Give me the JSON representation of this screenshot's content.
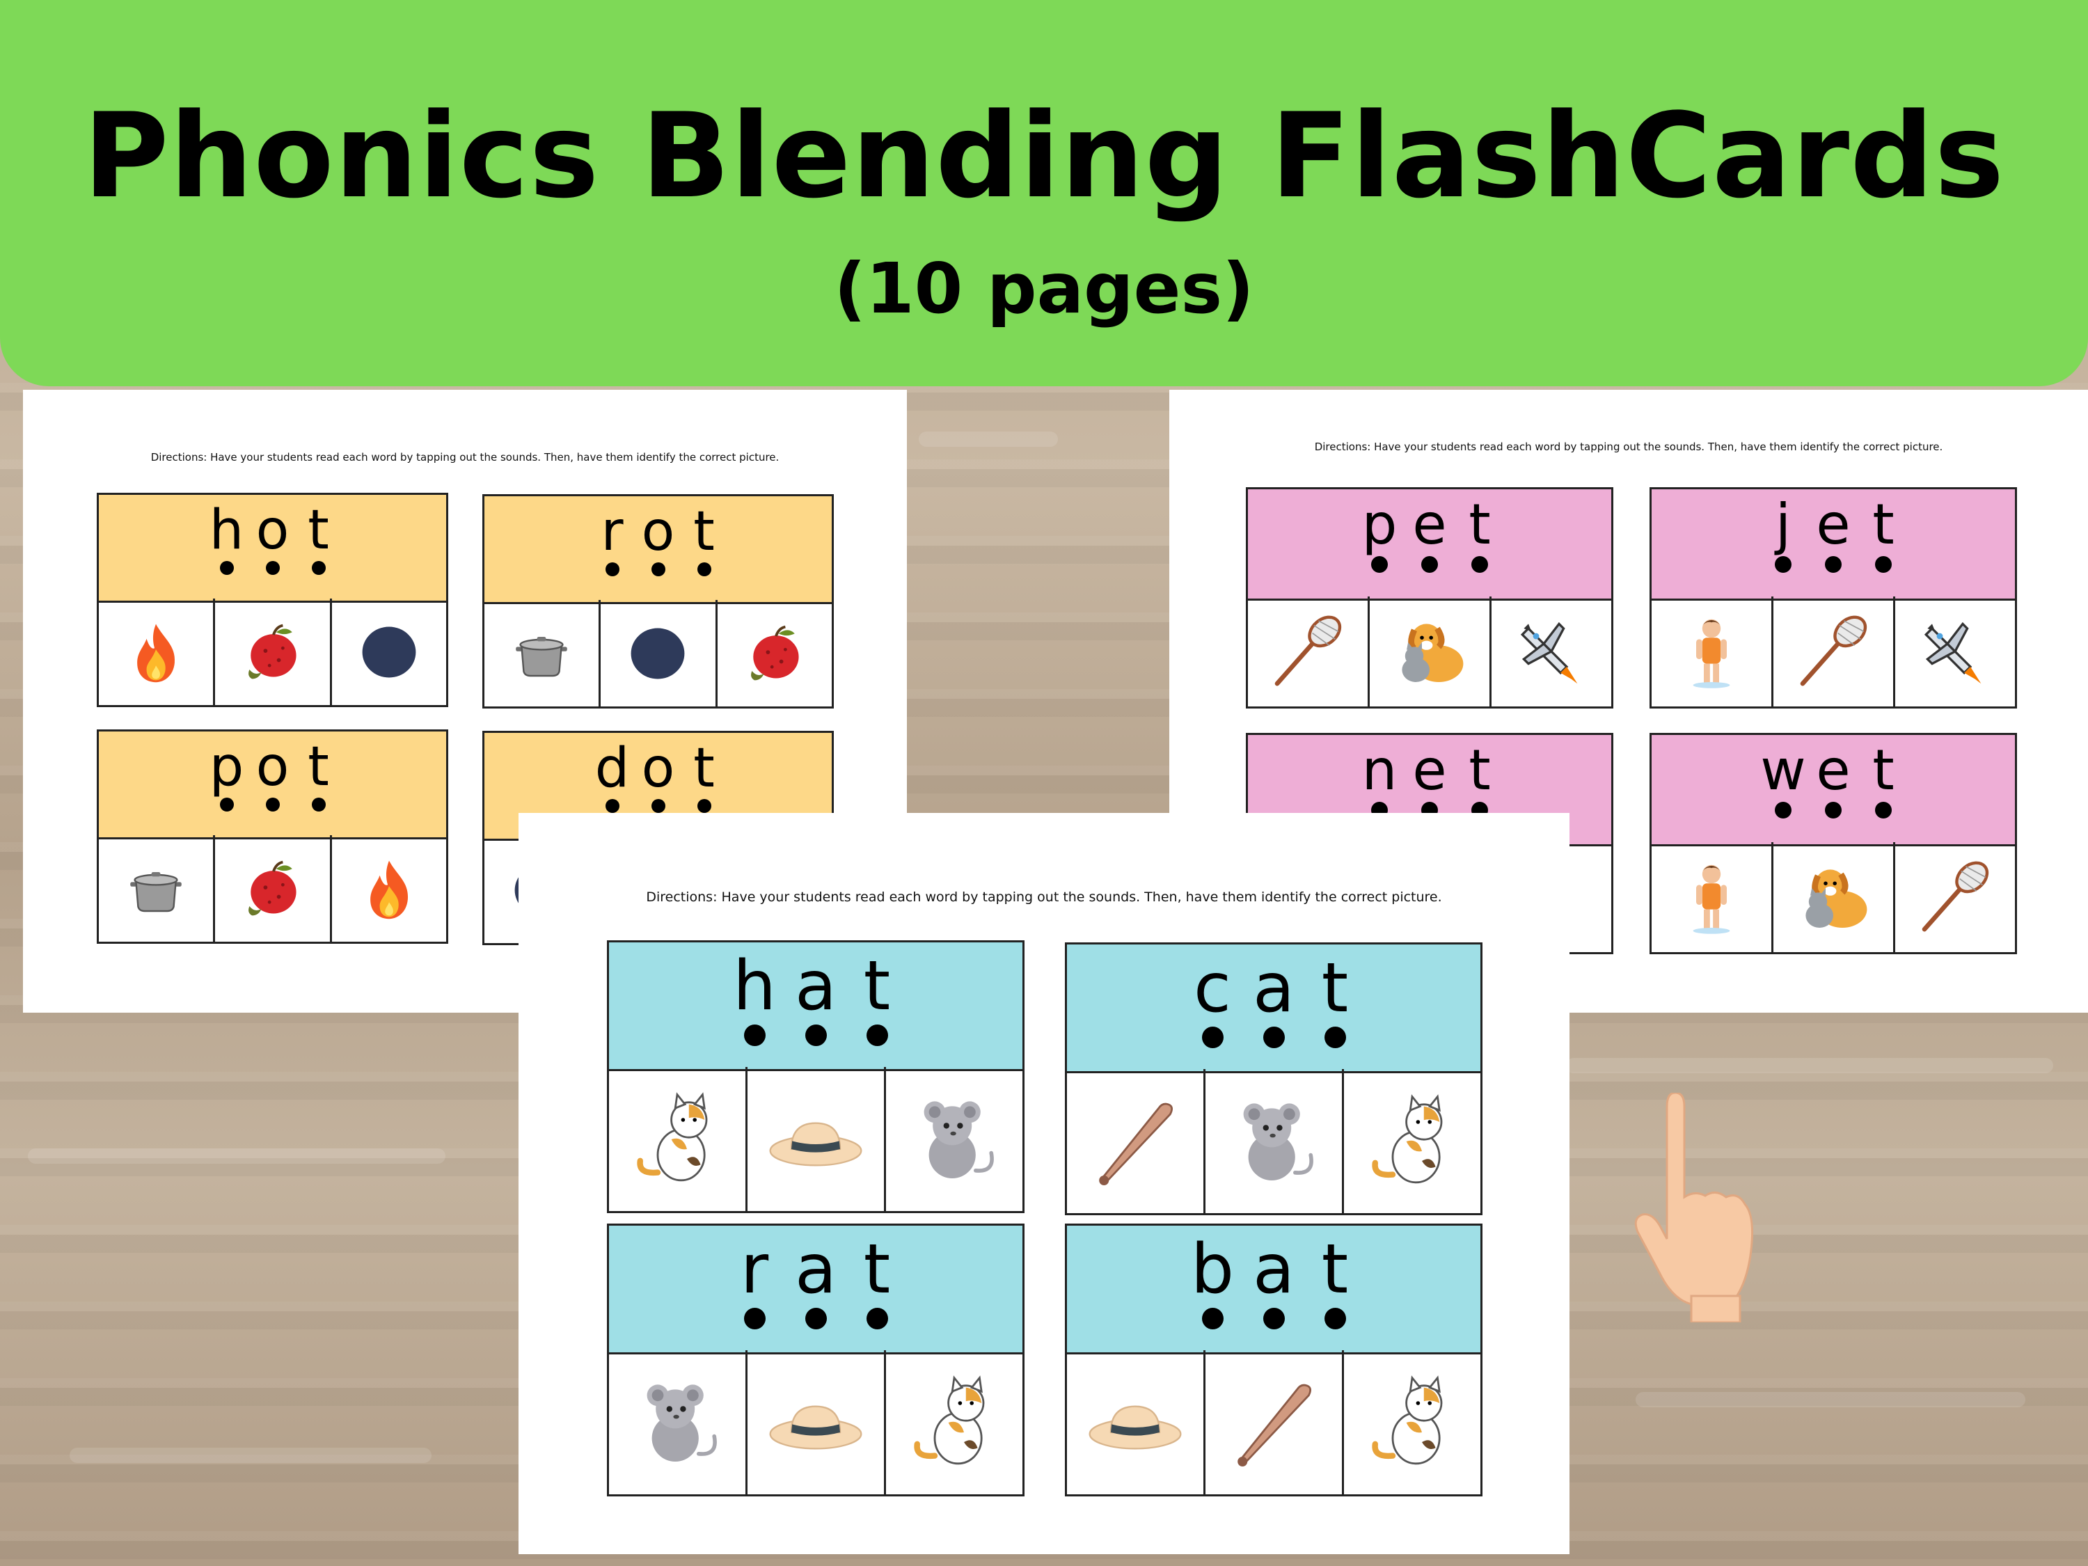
{
  "banner": {
    "title": "Phonics Blending FlashCards",
    "subtitle": "(10 pages)",
    "color": "#7ed957"
  },
  "directions": "Directions: Have your students read each word by tapping out the sounds. Then, have them identify the correct picture.",
  "sheets": {
    "ot": {
      "header_color": "#fdd888",
      "cards": [
        {
          "letters": [
            "h",
            "o",
            "t"
          ],
          "pictures": [
            "fire-icon",
            "apple-icon",
            "dot-icon"
          ]
        },
        {
          "letters": [
            "r",
            "o",
            "t"
          ],
          "pictures": [
            "pot-icon",
            "dot-icon",
            "apple-icon"
          ]
        },
        {
          "letters": [
            "p",
            "o",
            "t"
          ],
          "pictures": [
            "pot-icon",
            "apple-icon",
            "fire-icon"
          ]
        },
        {
          "letters": [
            "d",
            "o",
            "t"
          ],
          "pictures": [
            "dot-icon"
          ]
        }
      ]
    },
    "et": {
      "header_color": "#eeaed6",
      "cards": [
        {
          "letters": [
            "p",
            "e",
            "t"
          ],
          "pictures": [
            "net-icon",
            "pets-icon",
            "jet-icon"
          ]
        },
        {
          "letters": [
            "j",
            "e",
            "t"
          ],
          "pictures": [
            "wet-boy-icon",
            "net-icon",
            "jet-icon"
          ]
        },
        {
          "letters": [
            "n",
            "e",
            "t"
          ],
          "pictures": []
        },
        {
          "letters": [
            "w",
            "e",
            "t"
          ],
          "pictures": [
            "wet-boy-icon",
            "pets-icon",
            "net-icon"
          ]
        }
      ]
    },
    "at": {
      "header_color": "#9fdfe6",
      "cards": [
        {
          "letters": [
            "h",
            "a",
            "t"
          ],
          "pictures": [
            "cat-icon",
            "hat-icon",
            "rat-icon"
          ]
        },
        {
          "letters": [
            "c",
            "a",
            "t"
          ],
          "pictures": [
            "bat-icon",
            "rat-icon",
            "cat-icon"
          ]
        },
        {
          "letters": [
            "r",
            "a",
            "t"
          ],
          "pictures": [
            "rat-icon",
            "hat-icon",
            "cat-icon"
          ]
        },
        {
          "letters": [
            "b",
            "a",
            "t"
          ],
          "pictures": [
            "hat-icon",
            "bat-icon",
            "cat-icon"
          ]
        }
      ]
    }
  },
  "decoration": {
    "hand": "pointing-hand-icon"
  }
}
